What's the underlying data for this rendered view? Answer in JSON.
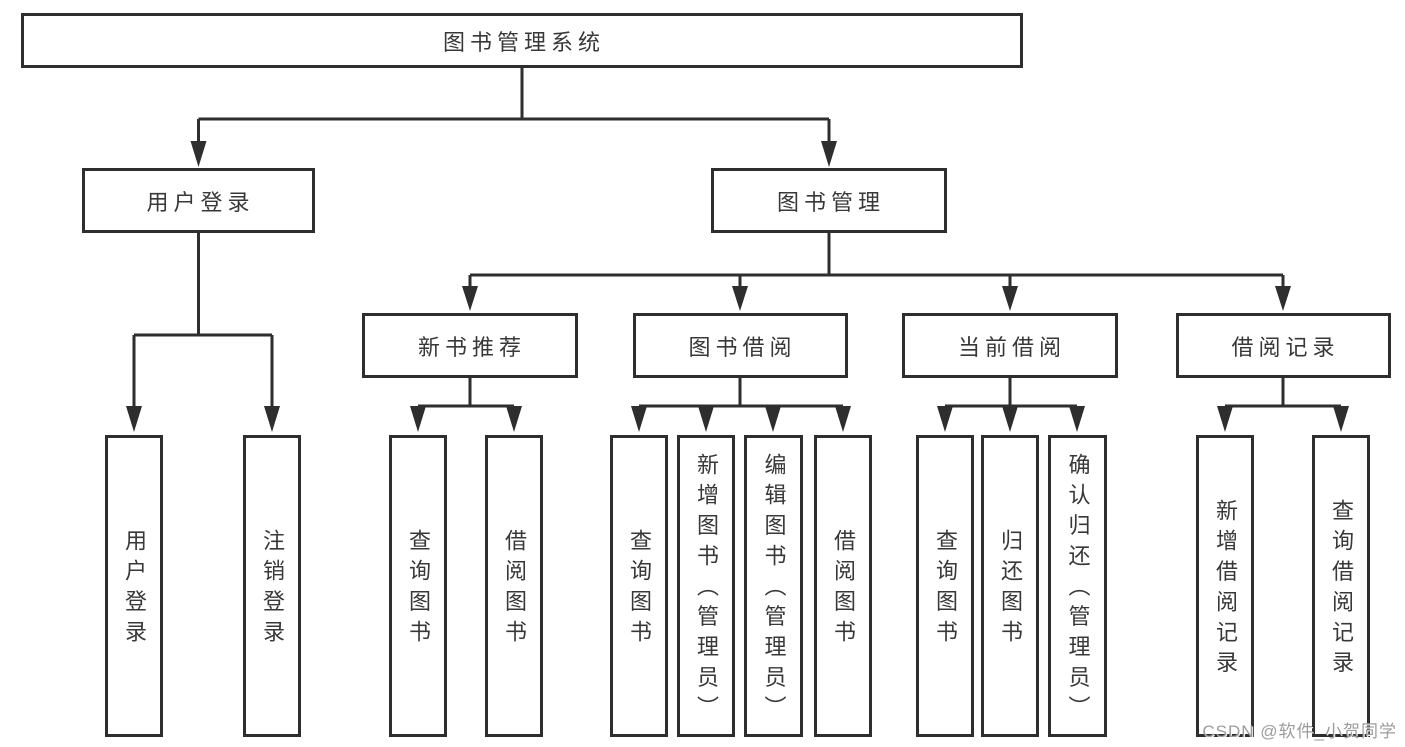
{
  "tree": {
    "label": "图书管理系统",
    "children": [
      {
        "label": "用户登录",
        "children": [
          {
            "label": "用户登录"
          },
          {
            "label": "注销登录"
          }
        ]
      },
      {
        "label": "图书管理",
        "children": [
          {
            "label": "新书推荐",
            "children": [
              {
                "label": "查询图书"
              },
              {
                "label": "借阅图书"
              }
            ]
          },
          {
            "label": "图书借阅",
            "children": [
              {
                "label": "查询图书"
              },
              {
                "label": "新增图书（管理员）"
              },
              {
                "label": "编辑图书（管理员）"
              },
              {
                "label": "借阅图书"
              }
            ]
          },
          {
            "label": "当前借阅",
            "children": [
              {
                "label": "查询图书"
              },
              {
                "label": "归还图书"
              },
              {
                "label": "确认归还（管理员）"
              }
            ]
          },
          {
            "label": "借阅记录",
            "children": [
              {
                "label": "新增借阅记录"
              },
              {
                "label": "查询借阅记录"
              }
            ]
          }
        ]
      }
    ]
  },
  "watermark": "CSDN @软件_小贺同学",
  "colors": {
    "line": "#2e2e2e",
    "text": "#383838",
    "background": "#ffffff",
    "watermark": "#9c9c9c"
  }
}
